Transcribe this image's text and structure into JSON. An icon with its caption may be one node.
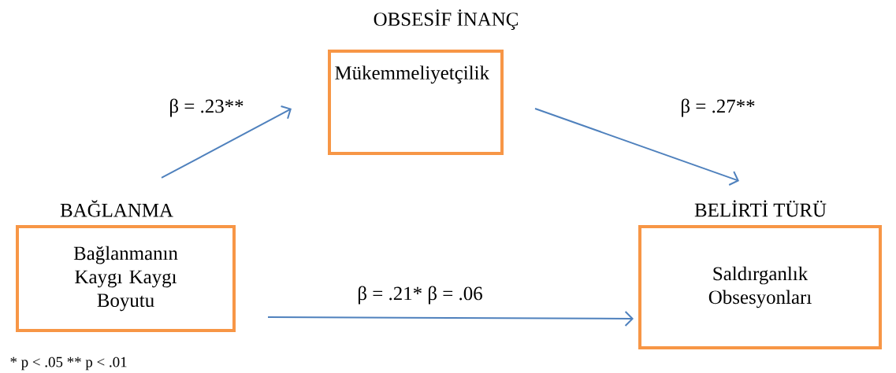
{
  "diagram": {
    "nodes": [
      {
        "text": [
          "OBSESİF İNANÇ",
          "Mükemmeliyetçilik"
        ]
      },
      {
        "text": [
          "BAĞLANMA",
          "Bağlanmanın Kaygı Kaygı Boyutu"
        ]
      },
      {
        "text": [
          "BELİRTİ TÜRÜ",
          "Saldırganlık Obsesyonları"
        ]
      }
    ],
    "edges": [
      {
        "from": 1,
        "to": 0,
        "arrow": "to",
        "label": "β = .23**"
      },
      {
        "from": 0,
        "to": 2,
        "arrow": "to",
        "label": "β = .27**"
      },
      {
        "from": 1,
        "to": 2,
        "arrow": "to",
        "label": "β = .21*  β = .06"
      }
    ],
    "labels": [
      "* p < .05 ** p < .01"
    ]
  }
}
